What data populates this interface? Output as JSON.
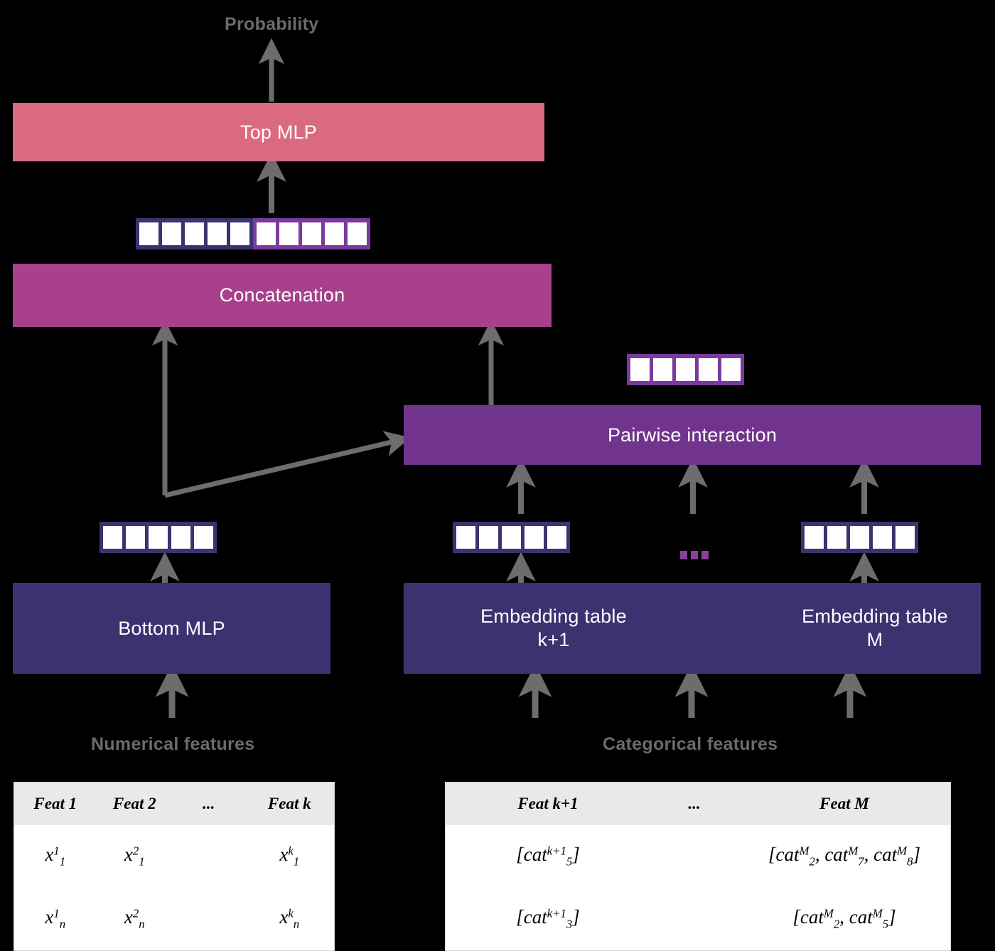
{
  "diagram": {
    "title_label": "Probability",
    "blocks": {
      "top_mlp": "Top MLP",
      "concatenation": "Concatenation",
      "pairwise_interaction": "Pairwise interaction",
      "bottom_mlp": "Bottom MLP",
      "embedding_table_k1": "Embedding table\nk+1",
      "embedding_table_m": "Embedding table\nM"
    },
    "group_labels": {
      "numerical": "Numerical features",
      "categorical": "Categorical features"
    },
    "ellipsis": "...",
    "vectors": {
      "concat_output": {
        "navy_cells": 5,
        "purple_cells": 5
      },
      "dense_embedding": {
        "navy_cells": 5
      },
      "sparse_embedding_k1": {
        "navy_cells": 5
      },
      "sparse_embedding_m": {
        "navy_cells": 5
      },
      "interaction_output": {
        "purple_cells": 5
      }
    },
    "colors": {
      "top_mlp": "#da6a80",
      "concatenation": "#a8408c",
      "pairwise_interaction": "#70348c",
      "embedding_navy": "#3b3370",
      "vector_purple": "#7b3a9e",
      "arrow_gray": "#6d6d6d",
      "label_gray": "#6b6b6b",
      "background": "#000000",
      "table_header": "#e9e9e9"
    }
  },
  "numerical_table": {
    "headers": [
      "Feat 1",
      "Feat 2",
      "...",
      "Feat k"
    ],
    "rows": [
      [
        {
          "base": "x",
          "sup": "1",
          "sub": "1"
        },
        {
          "base": "x",
          "sup": "2",
          "sub": "1"
        },
        {
          "base": "",
          "sup": "",
          "sub": ""
        },
        {
          "base": "x",
          "sup": "k",
          "sub": "1"
        }
      ],
      [
        {
          "base": "x",
          "sup": "1",
          "sub": "n"
        },
        {
          "base": "x",
          "sup": "2",
          "sub": "n"
        },
        {
          "base": "",
          "sup": "",
          "sub": ""
        },
        {
          "base": "x",
          "sup": "k",
          "sub": "n"
        }
      ]
    ]
  },
  "categorical_table": {
    "headers": [
      "Feat k+1",
      "...",
      "Feat M"
    ],
    "rows": [
      {
        "col1": [
          {
            "base": "cat",
            "sub": "5",
            "sup": "k+1"
          }
        ],
        "col3": [
          {
            "base": "cat",
            "sub": "2",
            "sup": "M"
          },
          {
            "base": "cat",
            "sub": "7",
            "sup": "M"
          },
          {
            "base": "cat",
            "sub": "8",
            "sup": "M"
          }
        ]
      },
      {
        "col1": [
          {
            "base": "cat",
            "sub": "3",
            "sup": "k+1"
          }
        ],
        "col3": [
          {
            "base": "cat",
            "sub": "2",
            "sup": "M"
          },
          {
            "base": "cat",
            "sub": "5",
            "sup": "M"
          }
        ]
      }
    ]
  }
}
